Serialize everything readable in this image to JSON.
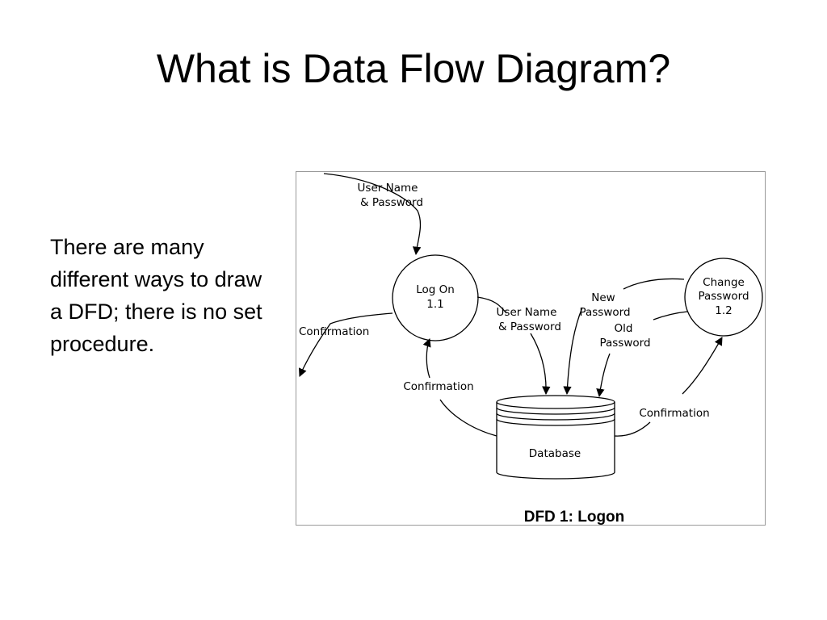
{
  "slide": {
    "title": "What is Data Flow Diagram?",
    "body_text": "There are many different ways to draw a DFD; there is no set procedure."
  },
  "diagram": {
    "caption": "DFD 1: Logon",
    "processes": {
      "logon": {
        "name": "Log On",
        "number": "1.1"
      },
      "change_password": {
        "name_line1": "Change",
        "name_line2": "Password",
        "number": "1.2"
      }
    },
    "data_store": {
      "name": "Database"
    },
    "flows": {
      "input_line1": "User Name",
      "input_line2": "& Password",
      "confirmation_out": "Confirmation",
      "to_db_line1": "User Name",
      "to_db_line2": "& Password",
      "new_password_line1": "New",
      "new_password_line2": "Password",
      "old_password_line1": "Old",
      "old_password_line2": "Password",
      "db_to_logon": "Confirmation",
      "db_to_change": "Confirmation"
    }
  }
}
